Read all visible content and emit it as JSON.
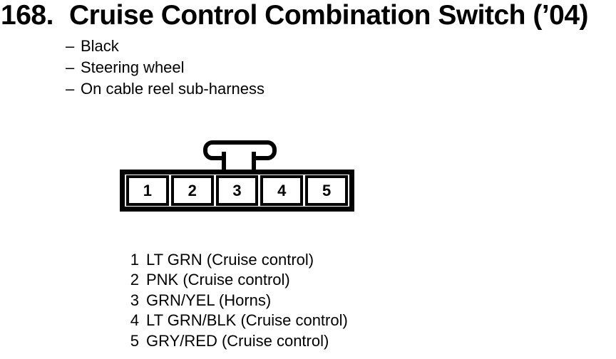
{
  "header": {
    "number": "168.",
    "title": "Cruise Control Combination Switch (’04)"
  },
  "notes": [
    {
      "bullet": "–",
      "text": "Black"
    },
    {
      "bullet": "–",
      "text": "Steering wheel"
    },
    {
      "bullet": "–",
      "text": "On cable reel sub-harness"
    }
  ],
  "connector": {
    "cavities": [
      "1",
      "2",
      "3",
      "4",
      "5"
    ]
  },
  "pins": [
    {
      "number": "1",
      "description": "LT GRN (Cruise control)"
    },
    {
      "number": "2",
      "description": "PNK (Cruise control)"
    },
    {
      "number": "3",
      "description": "GRN/YEL (Horns)"
    },
    {
      "number": "4",
      "description": "LT GRN/BLK (Cruise control)"
    },
    {
      "number": "5",
      "description": "GRY/RED (Cruise control)"
    }
  ],
  "colors": {
    "ink": "#000000",
    "paper": "#ffffff"
  }
}
